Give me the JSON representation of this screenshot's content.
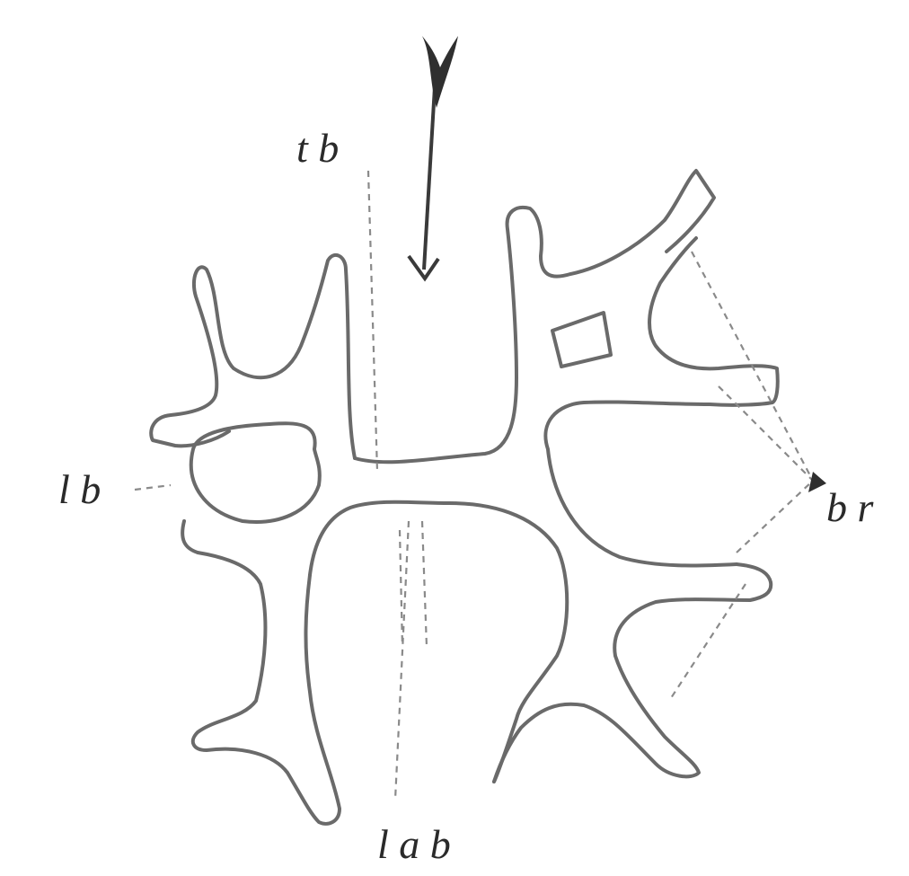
{
  "labels": {
    "top": "t b",
    "left": "l b",
    "right": "b r",
    "bottom": "l a b"
  }
}
